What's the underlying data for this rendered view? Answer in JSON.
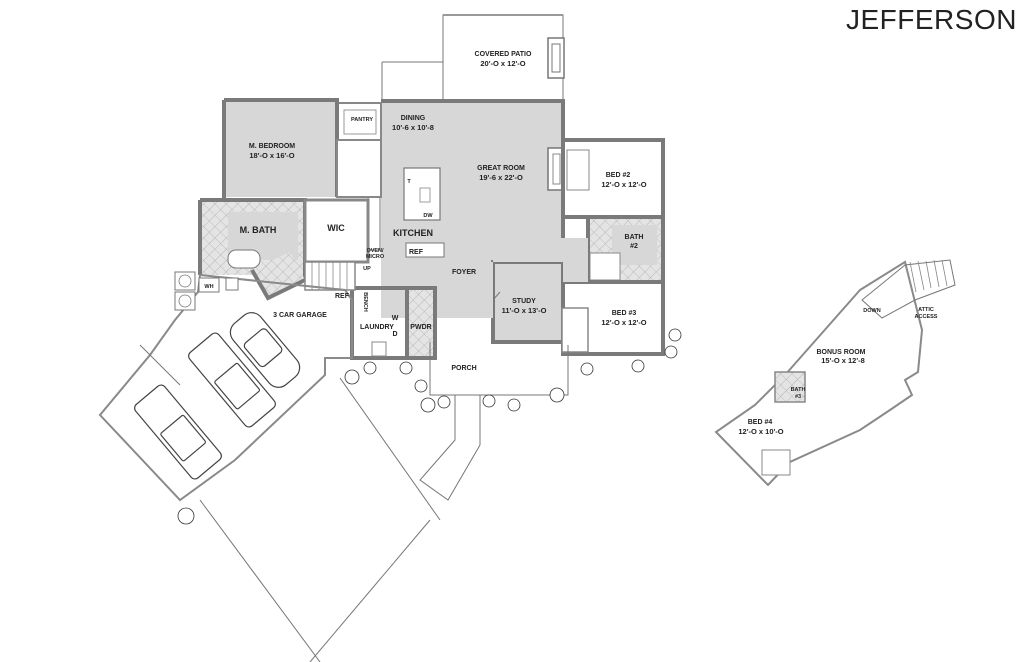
{
  "plan_title": "JEFFERSON",
  "rooms": {
    "covered_patio": {
      "name": "COVERED PATIO",
      "size": "20'-O x 12'-O"
    },
    "dining": {
      "name": "DINING",
      "size": "10'-6 x 10'-8"
    },
    "pantry": {
      "name": "PANTRY"
    },
    "master_bedroom": {
      "name": "M. BEDROOM",
      "size": "18'-O x 16'-O"
    },
    "great_room": {
      "name": "GREAT ROOM",
      "size": "19'-6 x 22'-O"
    },
    "bed2": {
      "name": "BED #2",
      "size": "12'-O x 12'-O"
    },
    "bath2": {
      "name": "BATH",
      "sub": "#2"
    },
    "master_bath": {
      "name": "M. BATH"
    },
    "wic": {
      "name": "WIC"
    },
    "kitchen": {
      "name": "KITCHEN"
    },
    "foyer": {
      "name": "FOYER"
    },
    "study": {
      "name": "STUDY",
      "size": "11'-O x 13'-O"
    },
    "bed3": {
      "name": "BED #3",
      "size": "12'-O x 12'-O"
    },
    "garage": {
      "name": "3 CAR GARAGE"
    },
    "laundry": {
      "name": "LAUNDRY"
    },
    "powder": {
      "name": "PWDR"
    },
    "porch": {
      "name": "PORCH"
    },
    "bonus_room": {
      "name": "BONUS ROOM",
      "size": "15'-O x 12'-8"
    },
    "bath3": {
      "name": "BATH",
      "sub": "#3"
    },
    "bed4": {
      "name": "BED #4",
      "size": "12'-O x 10'-O"
    }
  },
  "fixtures": {
    "t": "T",
    "dw": "DW",
    "ref_kitchen": "REF",
    "oven": "OVEN/",
    "micro": "MICRO",
    "up": "UP",
    "ref_garage": "REF",
    "wh": "WH",
    "bench": "BENCH",
    "washer": "W",
    "dryer": "D",
    "down": "DOWN",
    "attic": "ATTIC",
    "access": "ACCESS"
  }
}
